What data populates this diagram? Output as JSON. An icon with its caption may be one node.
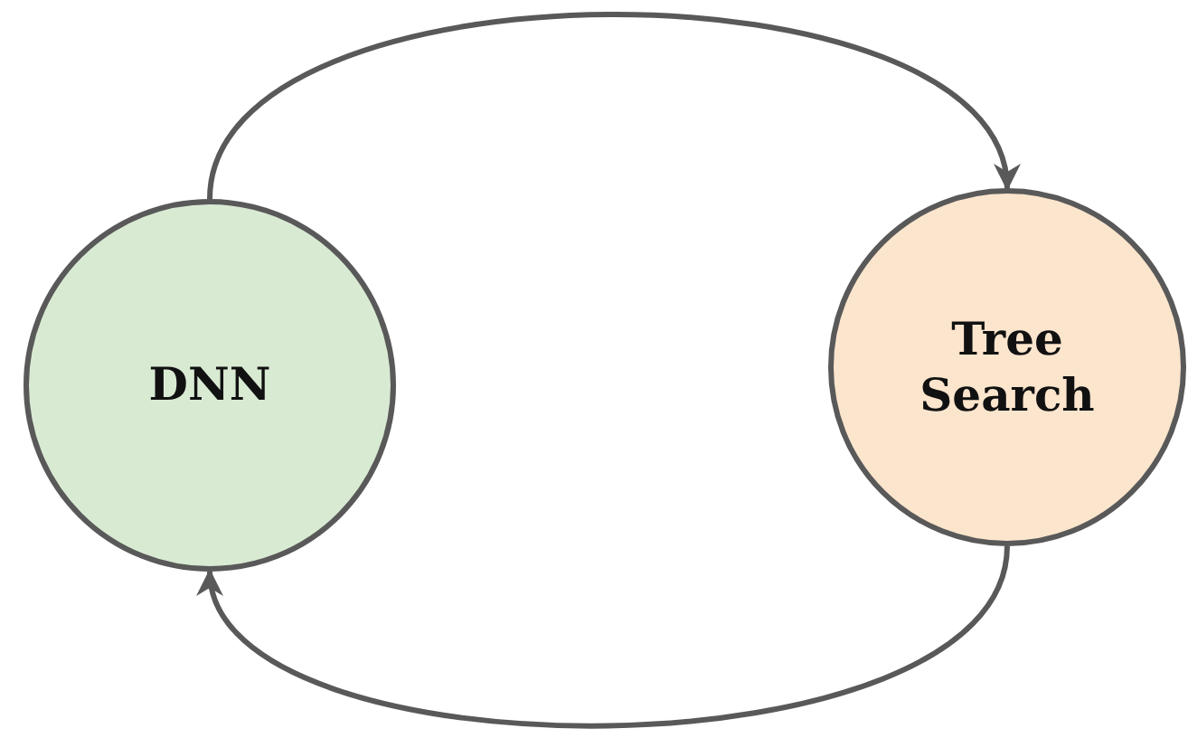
{
  "diagram": {
    "nodes": [
      {
        "text": [
          "DNN"
        ]
      },
      {
        "text": [
          "Tree Search"
        ]
      }
    ],
    "edges": [
      {
        "from": 0,
        "to": 1,
        "arrow": "to"
      },
      {
        "from": 1,
        "to": 0,
        "arrow": "to"
      }
    ]
  }
}
